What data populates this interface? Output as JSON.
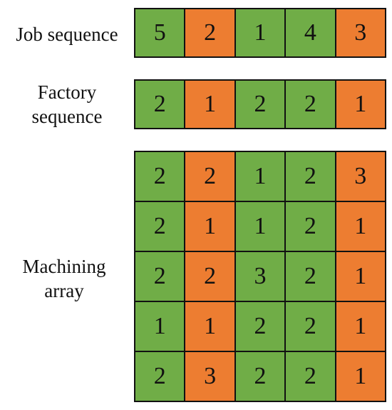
{
  "labels": {
    "job": [
      "Job sequence"
    ],
    "factory": [
      "Factory",
      "sequence"
    ],
    "machining": [
      "Machining",
      "array"
    ]
  },
  "colors": {
    "green": "#70ad47",
    "orange": "#ed7d31",
    "border": "#111111"
  },
  "column_colors": [
    "green",
    "orange",
    "green",
    "green",
    "orange"
  ],
  "job_sequence": [
    "5",
    "2",
    "1",
    "4",
    "3"
  ],
  "factory_sequence": [
    "2",
    "1",
    "2",
    "2",
    "1"
  ],
  "machining_array": [
    [
      "2",
      "2",
      "1",
      "2",
      "3"
    ],
    [
      "2",
      "1",
      "1",
      "2",
      "1"
    ],
    [
      "2",
      "2",
      "3",
      "2",
      "1"
    ],
    [
      "1",
      "1",
      "2",
      "2",
      "1"
    ],
    [
      "2",
      "3",
      "2",
      "2",
      "1"
    ]
  ]
}
